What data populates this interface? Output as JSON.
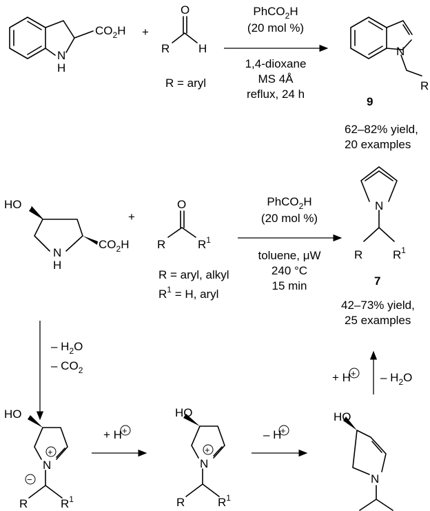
{
  "row1": {
    "reactant_group": "CO",
    "reactant_group_sub": "2",
    "reactant_group_end": "H",
    "nh": "N",
    "nh_h": "H",
    "plus": "+",
    "aldehyde_o": "O",
    "aldehyde_r": "R",
    "aldehyde_h": "H",
    "r_def": "R = aryl",
    "above1_a": "PhCO",
    "above1_sub": "2",
    "above1_b": "H",
    "above2": "(20 mol %)",
    "below1": "1,4-dioxane",
    "below2": "MS 4Å",
    "below3": "reflux, 24 h",
    "product_n": "N",
    "product_r": "R",
    "product_number": "9",
    "yield": "62–82% yield,",
    "examples": "20 examples"
  },
  "row2": {
    "ho": "HO",
    "nh": "N",
    "nh_h": "H",
    "acid": "CO",
    "acid_sub": "2",
    "acid_end": "H",
    "plus": "+",
    "ketone_o": "O",
    "ketone_r": "R",
    "ketone_r1": "R",
    "ketone_r1_sup": "1",
    "r_def": "R = aryl, alkyl",
    "r1_def": "R",
    "r1_def_sup": "1",
    "r1_def_rest": " = H, aryl",
    "above1_a": "PhCO",
    "above1_sub": "2",
    "above1_b": "H",
    "above2": "(20 mol %)",
    "below1": "toluene, μW",
    "below2": "240 °C",
    "below3": "15 min",
    "product_n": "N",
    "product_r": "R",
    "product_r1": "R",
    "product_r1_sup": "1",
    "product_number": "7",
    "yield": "42–73% yield,",
    "examples": "25 examples"
  },
  "mechanism": {
    "down_1a": "– H",
    "down_1sub": "2",
    "down_1b": "O",
    "down_2a": "– CO",
    "down_2sub": "2",
    "up_left": "+ H",
    "up_right": "– H",
    "up_right_sub": "2",
    "up_right_b": "O",
    "arrow1": "+ H",
    "arrow2": "– H",
    "ho": "HO",
    "n": "N",
    "r": "R",
    "r1": "R",
    "r1_sup": "1",
    "plus_charge": "+",
    "minus_charge": "−"
  }
}
